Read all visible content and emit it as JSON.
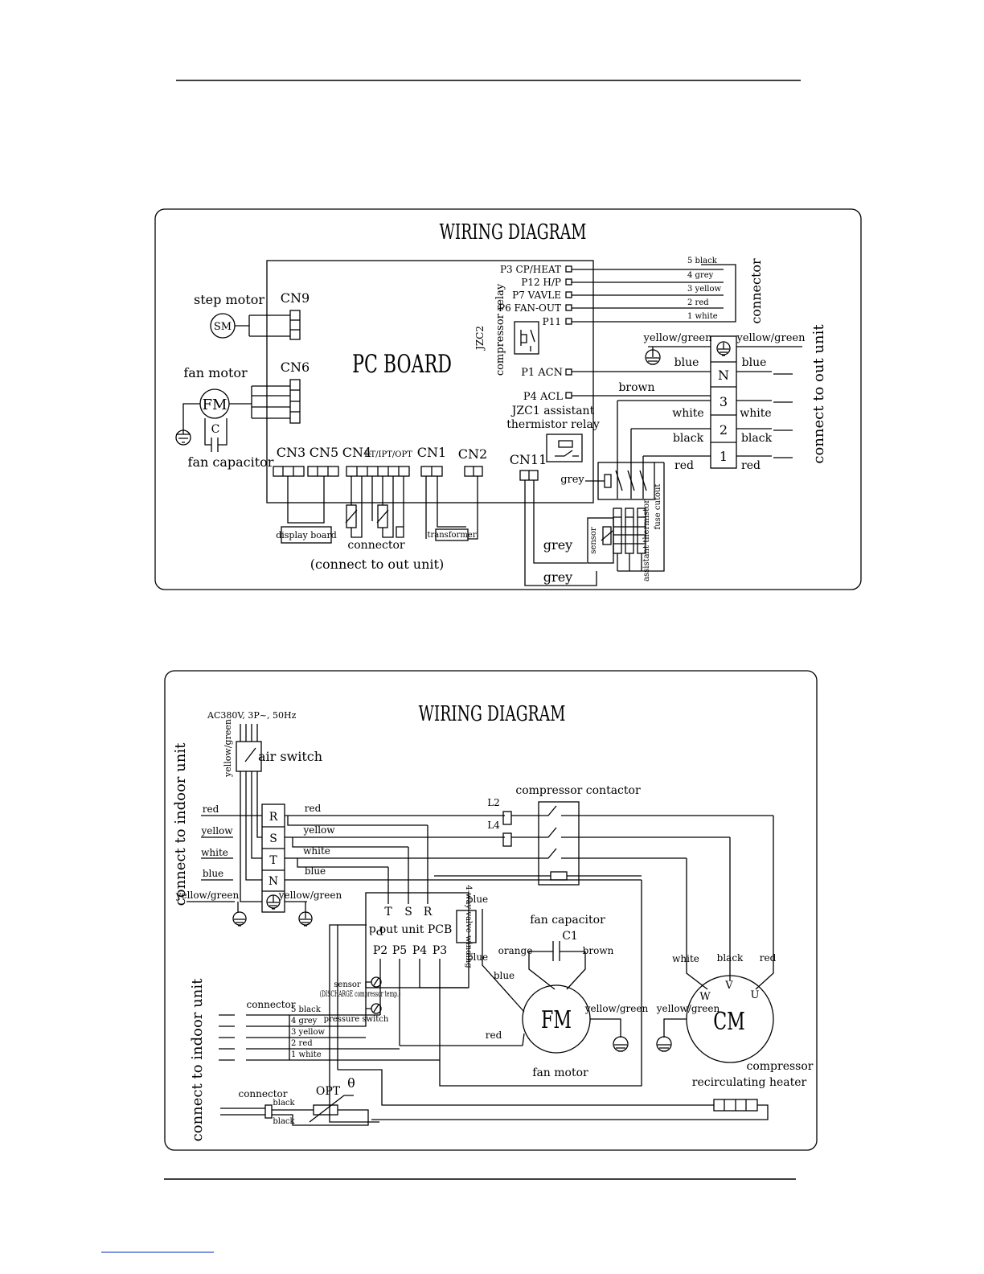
{
  "diagram1": {
    "title": "WIRING DIAGRAM",
    "pc_board": "PC BOARD",
    "step_motor": "step motor",
    "sm": "SM",
    "cn9": "CN9",
    "fan_motor": "fan motor",
    "fm": "FM",
    "cn6": "CN6",
    "c": "C",
    "fan_capacitor": "fan capacitor",
    "cn3": "CN3",
    "cn5": "CN5",
    "cn4": "CN4",
    "cn4_sub": "RT/IPT/OPT",
    "cn1": "CN1",
    "cn2": "CN2",
    "cn11": "CN11",
    "display_board": "display board",
    "transformer": "transformer",
    "connector": "connector",
    "connect_out": "(connect to out unit)",
    "ports": [
      "P3 CP/HEAT",
      "P12 H/P",
      "P7 VAVLE",
      "P6 FAN-OUT",
      "P11"
    ],
    "connector_wires": [
      "5 black",
      "4 grey",
      "3 yellow",
      "2 red",
      "1 white"
    ],
    "connector_label": "connector",
    "jzc2": "JZC2",
    "compressor_relay": "compressor relay",
    "p1": "P1 ACN",
    "p4": "P4 ACL",
    "jzc1_line1": "JZC1 assistant",
    "jzc1_line2": "thermistor relay",
    "terminals": [
      "N",
      "3",
      "2",
      "1"
    ],
    "left_wires": {
      "yg": "yellow/green",
      "blue": "blue",
      "brown": "brown",
      "white": "white",
      "black": "black",
      "red": "red"
    },
    "right_wires": [
      "yellow/green",
      "blue",
      "white",
      "black",
      "red"
    ],
    "connect_out_unit": "connect to out unit",
    "grey1": "grey",
    "grey2": "grey",
    "grey3": "grey",
    "sensor": "sensor",
    "assistant_thermistor": "assistant thermistor",
    "fuse_cutout": "fuse cutout"
  },
  "diagram2": {
    "title": "WIRING DIAGRAM",
    "supply": "AC380V, 3P~, 50Hz",
    "yg_vertical": "yellow/green",
    "air_switch": "air switch",
    "connect_indoor": "connect to indoor unit",
    "terminals": [
      "R",
      "S",
      "T",
      "N"
    ],
    "left_wires": [
      "red",
      "yellow",
      "white",
      "blue",
      "yellow/green"
    ],
    "mid_wires": [
      "red",
      "yellow",
      "white",
      "blue",
      "yellow/green"
    ],
    "compressor_contactor": "compressor contactor",
    "l2": "L2",
    "l4": "L4",
    "pcb_top": [
      "T",
      "S",
      "R"
    ],
    "pd": "Pd",
    "out_unit_pcb": "out unit PCB",
    "pcb_bottom": [
      "P2",
      "P5",
      "P4",
      "P3"
    ],
    "four_way_valve": "4-way valve winding",
    "blue_a": "blue",
    "blue_b": "blue",
    "fan_capacitor": "fan capacitor",
    "c1": "C1",
    "orange": "orange",
    "brown": "brown",
    "blue_c": "blue",
    "red_fm": "red",
    "fm": "FM",
    "fm_yg": "yellow/green",
    "fan_motor": "fan motor",
    "cm_white": "white",
    "cm_black": "black",
    "cm_red": "red",
    "w": "W",
    "v": "V",
    "u": "U",
    "cm": "CM",
    "cm_yg": "yellow/green",
    "compressor": "compressor",
    "heater": "recirculating heater",
    "sensor": "sensor",
    "sensor_sub": "(DISCHARGE compressor temp.)",
    "pressure_switch": "pressure switch",
    "connector": "connector",
    "connector_wires": [
      "5 black",
      "4 grey",
      "3 yellow",
      "2 red",
      "1 white"
    ],
    "connect_indoor2": "connect to indoor unit",
    "connector2": "connector",
    "black1": "black",
    "black2": "black",
    "opt": "OPT",
    "theta": "θ"
  }
}
